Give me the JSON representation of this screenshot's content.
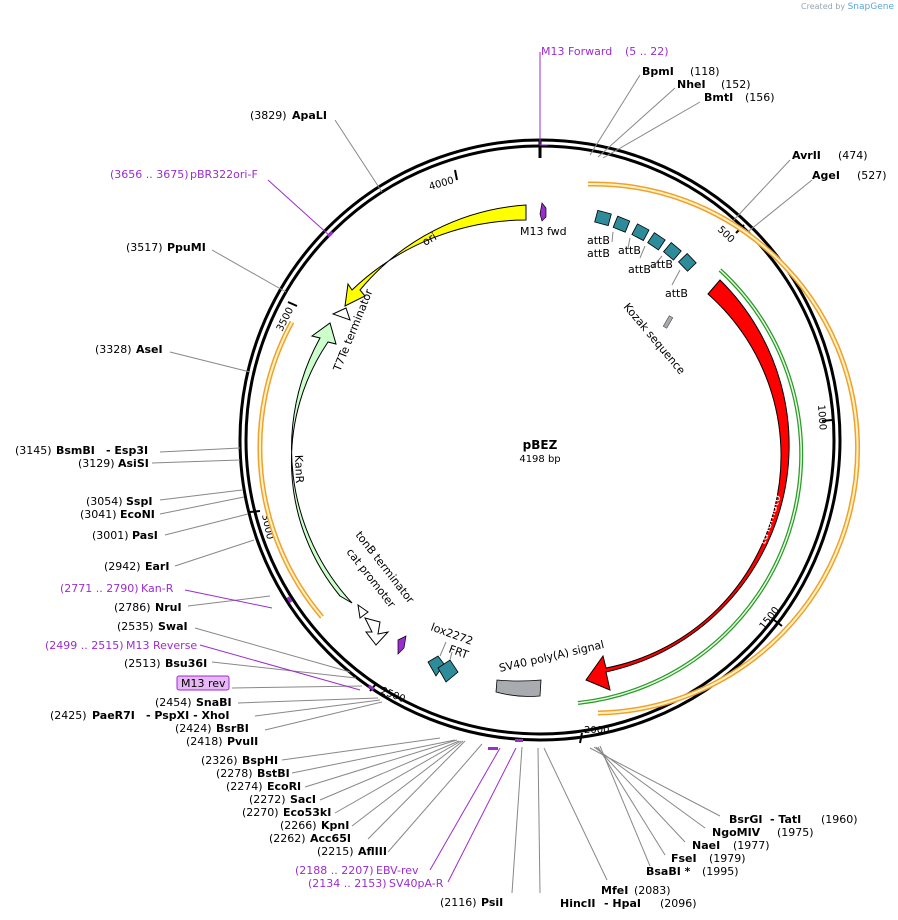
{
  "credit": {
    "prefix": "Created by",
    "brand": "SnapGene"
  },
  "center": {
    "name": "pBEZ",
    "size": "4198 bp"
  },
  "ticks": [
    "500",
    "1000",
    "1500",
    "2000",
    "2500",
    "3000",
    "3500",
    "4000"
  ],
  "feature_labels": {
    "ori": "ori",
    "m13fwd": "M13 fwd",
    "attB": "attB",
    "kozak": "Kozak sequence",
    "tdtomato": "tdTomato",
    "sv40": "SV40 poly(A) signal",
    "kanr": "KanR",
    "t7te": "T7Te terminator",
    "tonb": "tonB terminator",
    "cat": "cat promoter",
    "lox": "lox2272",
    "frt": "FRT",
    "m13rev": "M13 rev"
  },
  "sites_right_top": [
    {
      "name": "BpmI",
      "pos": "(118)"
    },
    {
      "name": "NheI",
      "pos": "(152)"
    },
    {
      "name": "BmtI",
      "pos": "(156)"
    },
    {
      "name": "AvrII",
      "pos": "(474)"
    },
    {
      "name": "AgeI",
      "pos": "(527)"
    }
  ],
  "primer_top": {
    "name": "M13 Forward",
    "range": "(5 .. 22)"
  },
  "sites_left": [
    {
      "pos": "(3829)",
      "name": "ApaLI"
    },
    {
      "pos": "(3517)",
      "name": "PpuMI"
    },
    {
      "pos": "(3328)",
      "name": "AseI"
    },
    {
      "pos": "(3145)",
      "name": "BsmBI",
      "extra": "- Esp3I"
    },
    {
      "pos": "(3129)",
      "name": "AsiSI"
    },
    {
      "pos": "(3054)",
      "name": "SspI"
    },
    {
      "pos": "(3041)",
      "name": "EcoNI"
    },
    {
      "pos": "(3001)",
      "name": "PasI"
    },
    {
      "pos": "(2942)",
      "name": "EarI"
    },
    {
      "pos": "(2786)",
      "name": "NruI"
    },
    {
      "pos": "(2535)",
      "name": "SwaI"
    },
    {
      "pos": "(2513)",
      "name": "Bsu36I"
    },
    {
      "pos": "(2454)",
      "name": "SnaBI"
    },
    {
      "pos": "(2425)",
      "name": "PaeR7I",
      "extra": "- PspXI  - XhoI"
    },
    {
      "pos": "(2424)",
      "name": "BsrBI"
    },
    {
      "pos": "(2418)",
      "name": "PvuII"
    },
    {
      "pos": "(2326)",
      "name": "BspHI"
    },
    {
      "pos": "(2278)",
      "name": "BstBI"
    },
    {
      "pos": "(2274)",
      "name": "EcoRI"
    },
    {
      "pos": "(2272)",
      "name": "SacI"
    },
    {
      "pos": "(2270)",
      "name": "Eco53kI"
    },
    {
      "pos": "(2266)",
      "name": "KpnI"
    },
    {
      "pos": "(2262)",
      "name": "Acc65I"
    },
    {
      "pos": "(2215)",
      "name": "AflIII"
    },
    {
      "pos": "(2116)",
      "name": "PsiI"
    }
  ],
  "primers_left": [
    {
      "range": "(3656 .. 3675)",
      "name": "pBR322ori-F"
    },
    {
      "range": "(2771 .. 2790)",
      "name": "Kan-R"
    },
    {
      "range": "(2499 .. 2515)",
      "name": "M13 Reverse"
    },
    {
      "range": "(2188 .. 2207)",
      "name": "EBV-rev"
    },
    {
      "range": "(2134 .. 2153)",
      "name": "SV40pA-R"
    }
  ],
  "sites_right_bottom": [
    {
      "name": "BsrGI",
      "extra": "- TatI",
      "pos": "(1960)"
    },
    {
      "name": "NgoMIV",
      "pos": "(1975)"
    },
    {
      "name": "NaeI",
      "pos": "(1977)"
    },
    {
      "name": "FseI",
      "pos": "(1979)"
    },
    {
      "name": "BsaBI *",
      "pos": "(1995)"
    },
    {
      "name": "MfeI",
      "pos": "(2083)"
    },
    {
      "name": "HincII",
      "extra": "- HpaI",
      "pos": "(2096)"
    }
  ],
  "colors": {
    "ori": "#ffff00",
    "tdtomato": "#ff0000",
    "kanr": "#ccffcc",
    "attb": "#2e8b9a",
    "primer": "#9b2dd0",
    "orf_orange": "#f0a030",
    "orf_green": "#2a9a2a",
    "polyA": "#a8acb0"
  }
}
